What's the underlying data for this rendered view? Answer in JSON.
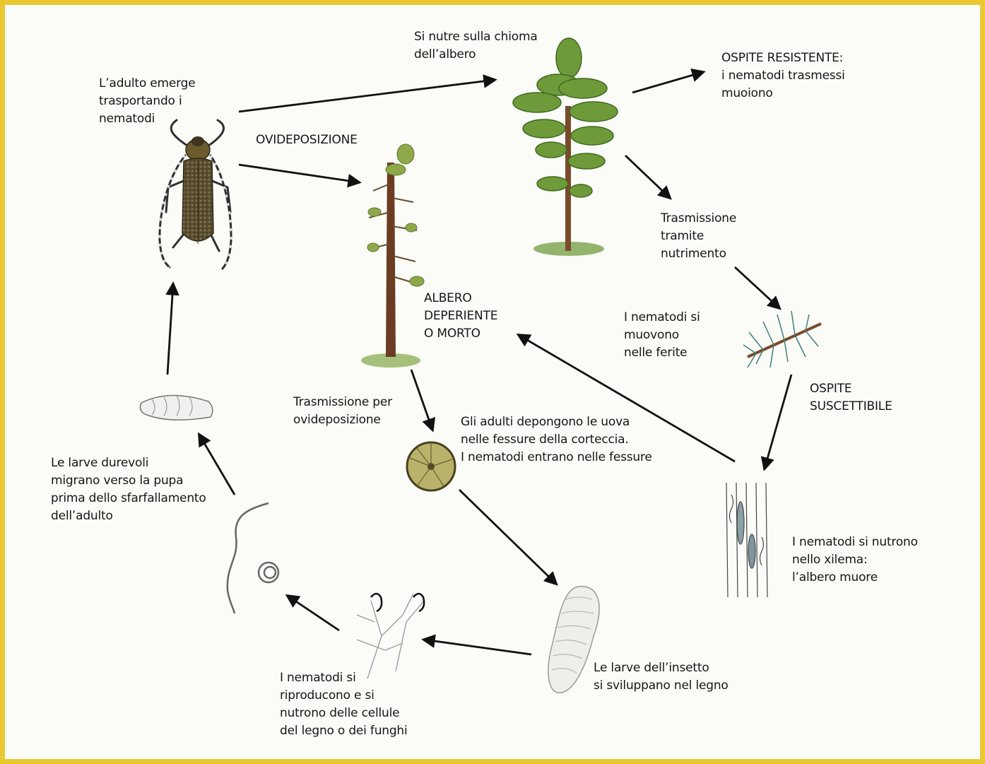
{
  "labels": {
    "adult_emerges": "L’adulto emerge\ntrasportando i\nnematodi",
    "feeds_crown": "Si nutre sulla chioma\ndell’albero",
    "resistent_host": "OSPITE RESISTENTE:",
    "resistent_host_desc": "i nematodi trasmessi\nmuoiono",
    "oviposition": "OVIDEPOSIZIONE",
    "dying_tree": "ALBERO\nDEPERIENTE\nO MORTO",
    "feeding_transmission": "Trasmissione\ntramite\nnutrimento",
    "nematodes_wounds": "I nematodi si\nmuovono\nnelle ferite",
    "susceptible_host": "OSPITE\nSUSCETTIBILE",
    "oviposition_transmission": "Trasmissione per\novideposizione",
    "adults_lay_eggs": "Gli adulti depongono le uova\nnelle fessure della corteccia.\nI nematodi entrano nelle fessure",
    "larvae_migrate": "Le larve durevoli\nmigrano verso la pupa\nprima dello sfarfallamento\ndell’adulto",
    "nematodes_xylem": "I nematodi si nutrono\nnello xilema:\nl’albero muore",
    "insect_larvae": "Le larve dell’insetto\nsi sviluppano nel legno",
    "nematodes_reproduce": "I nematodi si\nriproducono e si\nnutrono delle cellule\ndel legno o dei funghi"
  },
  "colors": {
    "border": "#e9c832",
    "background": "#fbfbf8",
    "arrow": "#111111",
    "foliage": "#6e9a3a",
    "trunk": "#7a4a2a",
    "twig_needles": "#3f7f78"
  },
  "icons": [
    "beetle-icon",
    "pine-tree-icon",
    "dying-tree-icon",
    "pine-twig-icon",
    "wood-disc-icon",
    "xylem-icon",
    "larva-icon",
    "nematode-fungi-icon",
    "coiled-nematode-icon",
    "pupa-icon"
  ]
}
